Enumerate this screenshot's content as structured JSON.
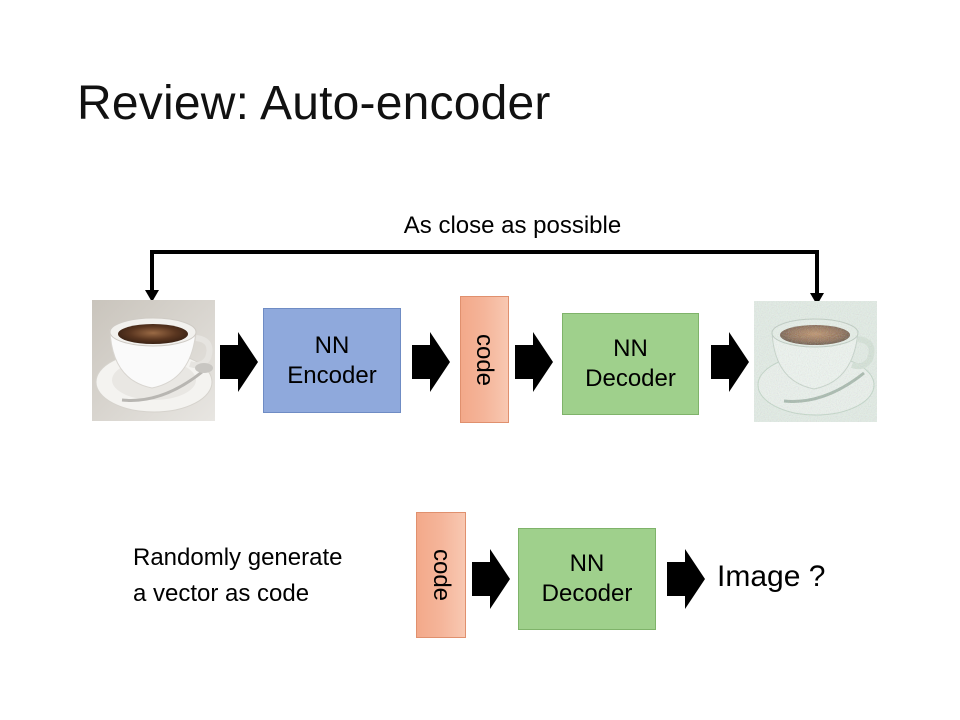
{
  "slide": {
    "title": "Review: Auto-encoder"
  },
  "feedback": {
    "label": "As close as possible"
  },
  "pipeline": {
    "encoder": {
      "line1": "NN",
      "line2": "Encoder",
      "color": "#8fa9dc"
    },
    "code": {
      "label": "code",
      "color": "#f5b59a"
    },
    "decoder": {
      "line1": "NN",
      "line2": "Decoder",
      "color": "#9fd08c"
    }
  },
  "generation": {
    "description_line1": "Randomly generate",
    "description_line2": "a vector as code",
    "code_label": "code",
    "decoder_line1": "NN",
    "decoder_line2": "Decoder",
    "output_label": "Image ?"
  },
  "icons": {
    "input_image": "coffee-cup-photo",
    "output_image": "reconstructed-coffee-cup-photo",
    "arrows": "block-arrow-right-icon"
  }
}
